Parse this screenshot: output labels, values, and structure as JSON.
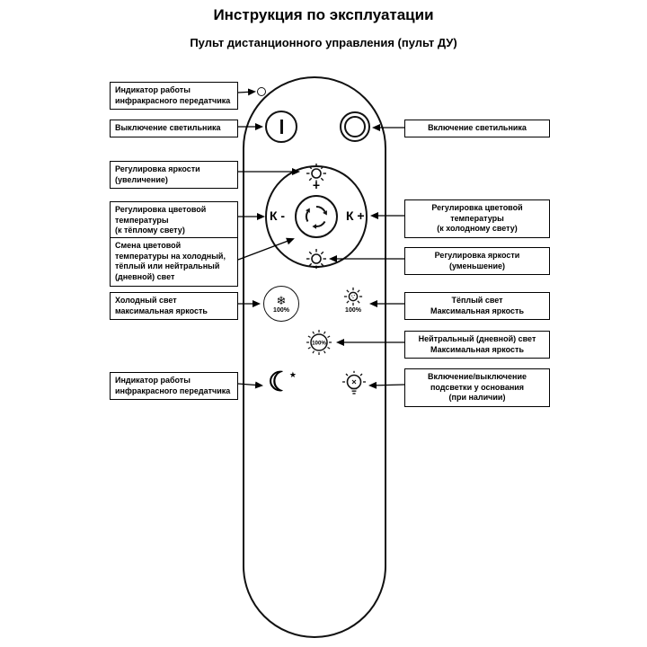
{
  "title": "Инструкция по эксплуатации",
  "subtitle": "Пульт дистанционного управления (пульт ДУ)",
  "callouts_left": [
    {
      "text": "Индикатор работы\nинфракрасного передатчика"
    },
    {
      "text": "Выключение светильника"
    },
    {
      "text": "Регулировка яркости\n(увеличение)"
    },
    {
      "text": "Регулировка цветовой\nтемпературы\n(к тёплому свету)"
    },
    {
      "text": "Смена цветовой\nтемпературы на холодный,\nтёплый или нейтральный\n(дневной) свет"
    },
    {
      "text": "Холодный свет\nмаксимальная яркость"
    },
    {
      "text": "Индикатор работы\nинфракрасного передатчика"
    }
  ],
  "callouts_right": [
    {
      "text": "Включение светильника"
    },
    {
      "text": "Регулировка цветовой\nтемпературы\n(к холодному свету)"
    },
    {
      "text": "Регулировка яркости\n(уменьшение)"
    },
    {
      "text": "Тёплый свет\nМаксимальная яркость"
    },
    {
      "text": "Нейтральный (дневной) свет\nМаксимальная яркость"
    },
    {
      "text": "Включение/выключение\nподсветки у основания\n(при наличии)"
    }
  ],
  "remote": {
    "k_minus_label": "К -",
    "k_plus_label": "К +",
    "plus_label": "+",
    "minus_label": "−",
    "cold_percent": "100%",
    "warm_percent": "100%",
    "neutral_percent": "100%",
    "snowflake_glyph": "❄",
    "moon_glyph": "☾",
    "star_glyph": "★"
  },
  "colors": {
    "line": "#000000",
    "outline": "#111111"
  }
}
